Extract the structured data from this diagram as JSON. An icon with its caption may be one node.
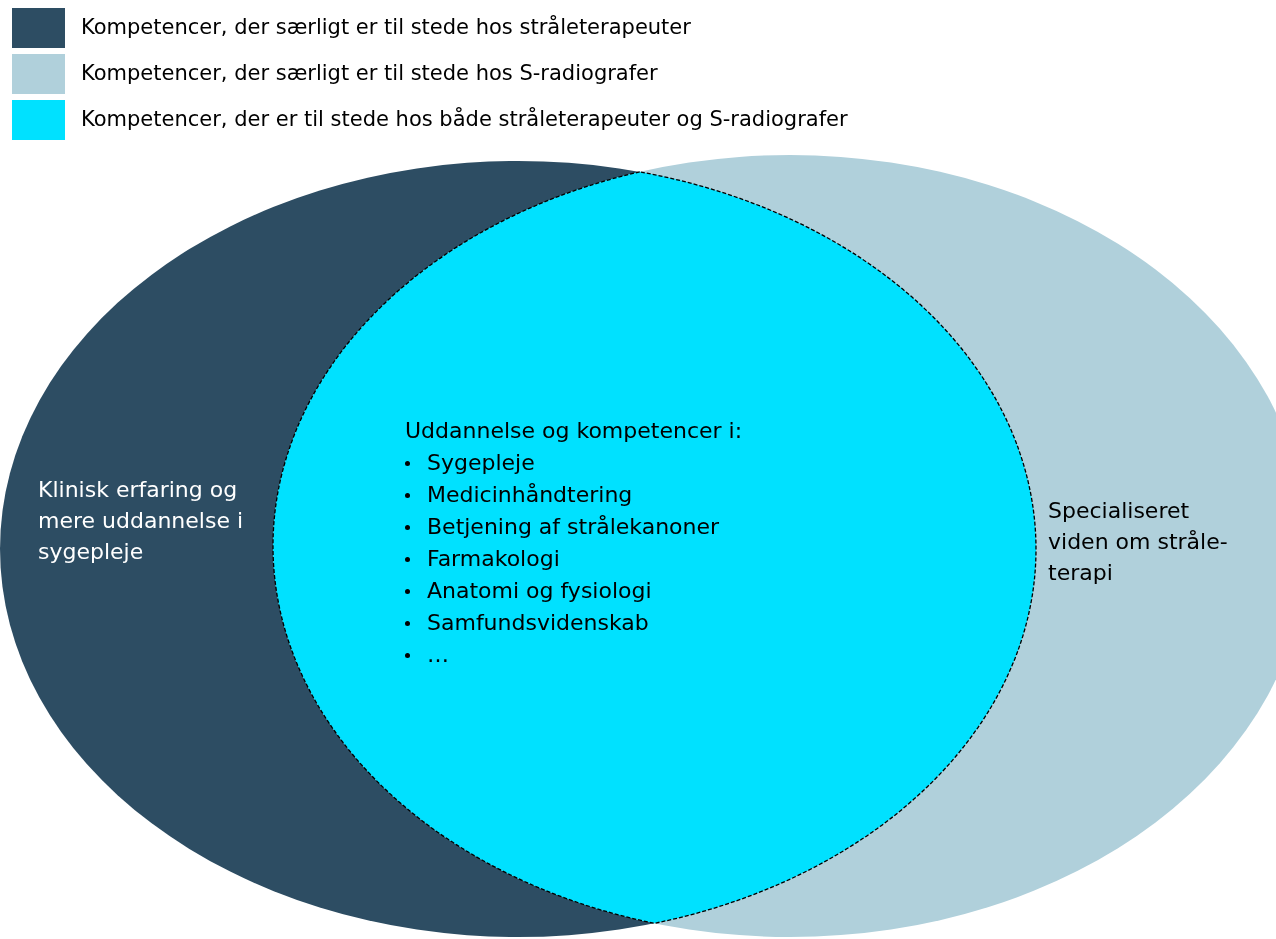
{
  "diagram": {
    "nodes": [
      {
        "text": [
          "Klinisk erfaring og mere uddannelse i sygepleje"
        ]
      },
      {
        "text": [
          "Specialiseret viden om stråle-terapi"
        ]
      },
      {
        "text": [
          "Uddannelse og kompetencer i:",
          "Sygepleje",
          "Medicinhåndtering",
          "Betjening af strålekanoner",
          "Farmakologi",
          "Anatomi og fysiologi",
          "Samfundsvidenskab",
          "…"
        ]
      }
    ],
    "edges": [],
    "legend": [
      {
        "text": "Kompetencer, der særligt er til stede hos stråleterapeuter",
        "color": "#2d4d63"
      },
      {
        "text": "Kompetencer, der særligt er til stede hos S-radiografer",
        "color": "#b0d0db"
      },
      {
        "text": "Kompetencer, der er til stede hos både stråleterapeuter og S-radiografer",
        "color": "#00e1ff"
      }
    ]
  }
}
